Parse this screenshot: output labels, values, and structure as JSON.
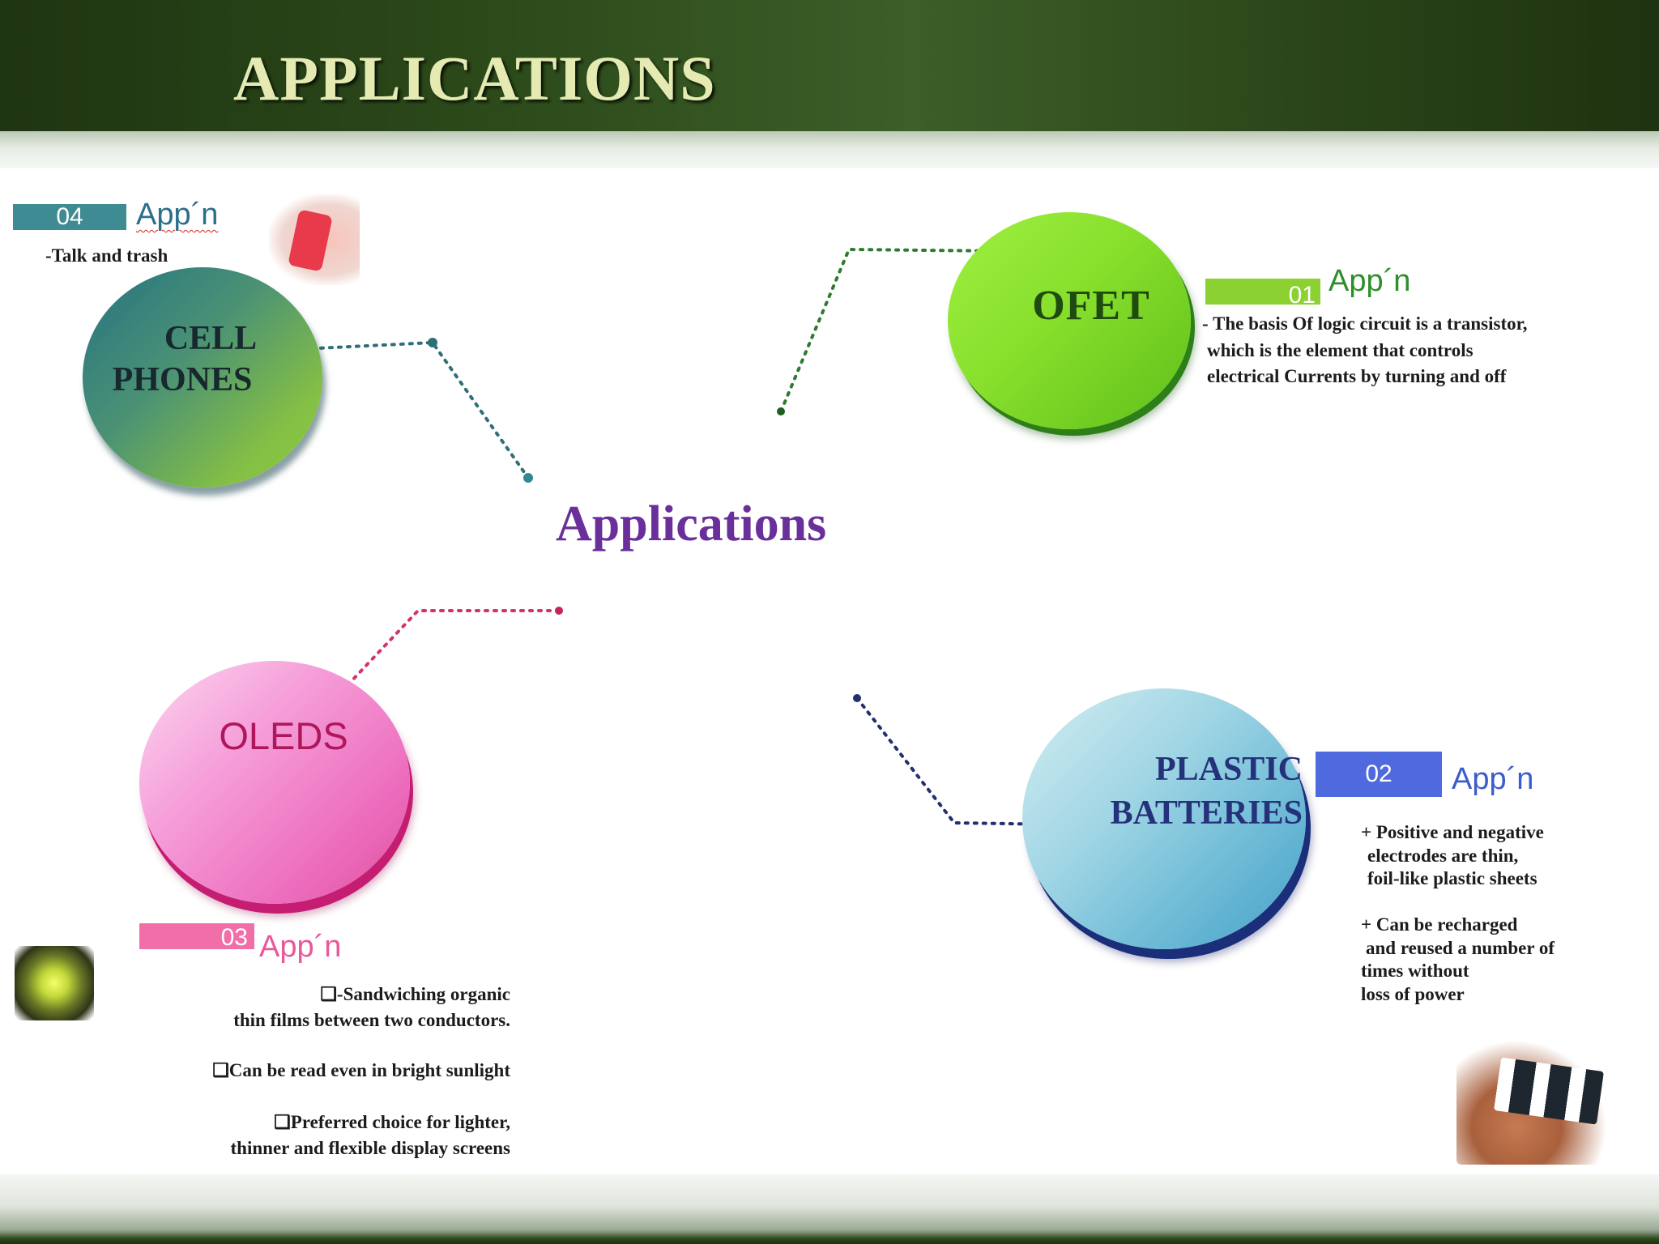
{
  "slide": {
    "title": "APPLICATIONS",
    "center_title": "Applications"
  },
  "cell_phones": {
    "label_line1": "CELL",
    "label_line2": "PHONES",
    "tag_number": "04",
    "tag_label": "App´n",
    "desc": "-Talk and trash"
  },
  "ofet": {
    "label": "OFET",
    "tag_number": "01",
    "tag_label": "App´n",
    "desc_line1": "-  The basis Of logic circuit is a transistor,",
    "desc_line2": "which is the element  that controls",
    "desc_line3": "electrical Currents by turning and off"
  },
  "oleds": {
    "label": "OLEDS",
    "tag_number": "03",
    "tag_label": "App´n",
    "desc1_line1": "❑-Sandwiching organic",
    "desc1_line2": "thin films  between two conductors.",
    "desc2": "❑Can be read even  in bright sunlight",
    "desc3_line1": "❑Preferred choice for lighter,",
    "desc3_line2": "thinner and flexible display screens"
  },
  "plastic_batteries": {
    "label_line1": "PLASTIC",
    "label_line2": "BATTERIES",
    "tag_number": "02",
    "tag_label": "App´n",
    "desc1_line1": "+  Positive and negative",
    "desc1_line2": "electrodes are thin,",
    "desc1_line3": "foil-like plastic sheets",
    "desc2_line1": "+    Can be recharged",
    "desc2_line2": "and reused a number of",
    "desc2_line3": "times without",
    "desc2_line4": "loss of power"
  },
  "colors": {
    "header": "#2c4a1a",
    "title_text": "#e4eab2",
    "center_title": "#6a2f9a",
    "cell_connector": "#2f6f77",
    "ofet_connector": "#2e7b2e",
    "oled_connector": "#d2336f",
    "battery_connector": "#24306e"
  },
  "icons": [
    "phone-in-hand-picture",
    "oled-chip-picture",
    "flexible-battery-film-picture"
  ]
}
